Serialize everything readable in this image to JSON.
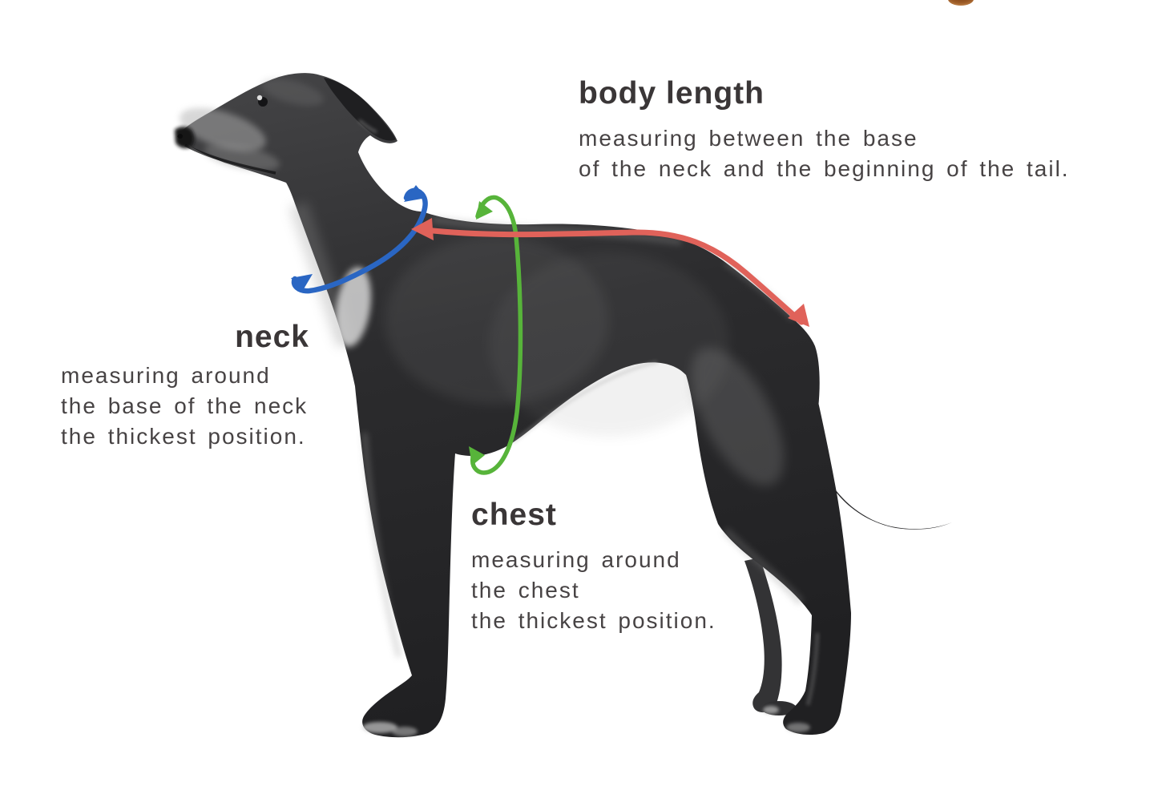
{
  "colors": {
    "body_length_arrow": "#e0625a",
    "neck_arrow": "#2a66c3",
    "chest_arrow": "#57b43a",
    "heading_text": "#3a3637",
    "body_text": "#474344",
    "logo_fragment_brown": "#9c5b26"
  },
  "figure": {
    "subject": "black-and-white photo of a sighthound (Italian Greyhound) standing in left profile"
  },
  "annotations": {
    "body_length": {
      "heading": "body length",
      "description_lines": [
        "measuring between the base",
        "of the neck and the beginning of the tail."
      ]
    },
    "neck": {
      "heading": "neck",
      "description_lines": [
        "measuring around",
        "the base of the neck",
        "the thickest position."
      ]
    },
    "chest": {
      "heading": "chest",
      "description_lines": [
        "measuring around",
        "the chest",
        "the thickest position."
      ]
    }
  }
}
